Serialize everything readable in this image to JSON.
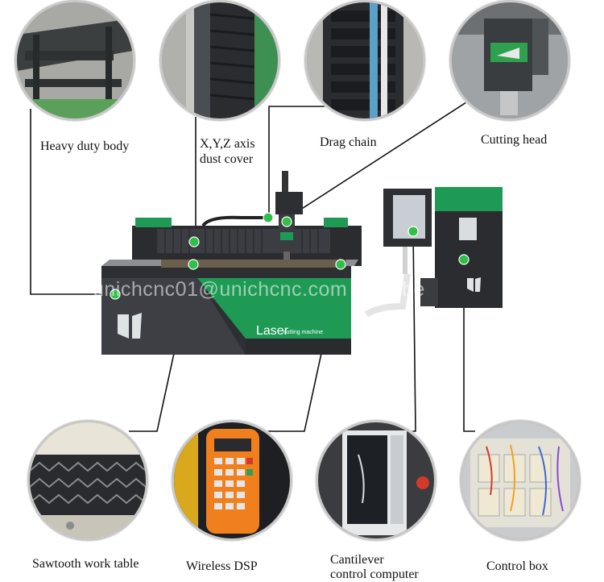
{
  "labels": {
    "body": "Heavy duty body",
    "axis_line1": "X,Y,Z axis",
    "axis_line2": "dust cover",
    "chain": "Drag chain",
    "head": "Cutting head",
    "table": "Sawtooth work table",
    "dsp": "Wireless DSP",
    "computer_line1": "Cantilever",
    "computer_line2": "control computer",
    "box": "Control box"
  },
  "machine": {
    "brand_text": "Laser",
    "brand_sub": "cutting machine",
    "watermark": "unichcnc01@unichcnc.com  Phoebe"
  },
  "colors": {
    "machine_green": "#1e9a55",
    "machine_dark": "#2d2f33",
    "marker_green": "#2fbf4a",
    "callout_line": "#111111"
  },
  "icons": [
    "brand-logo-icon"
  ]
}
